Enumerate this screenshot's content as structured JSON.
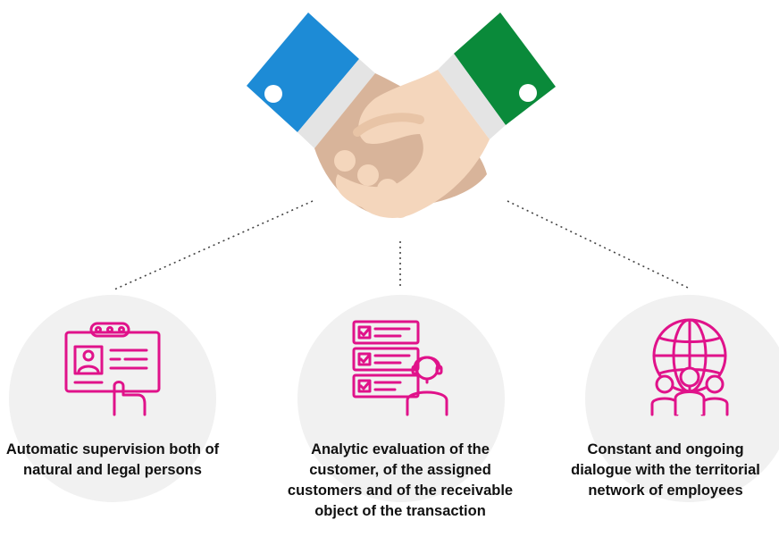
{
  "colors": {
    "accent": "#e0128a",
    "blue_cuff": "#1d8bd6",
    "green_cuff": "#0a8a3a",
    "skin_dark": "#d8b49a",
    "skin_light": "#f4d6bc",
    "circle_bg": "#f1f1f1",
    "connector": "#444444"
  },
  "items": [
    {
      "icon": "id-card-icon",
      "caption": "Automatic supervision both of natural and legal persons"
    },
    {
      "icon": "checklist-agent-icon",
      "caption": "Analytic evaluation of the customer, of the assigned customers and of the receivable object of the transaction"
    },
    {
      "icon": "globe-team-icon",
      "caption": "Constant and ongoing dialogue with the territorial network of employees"
    }
  ]
}
